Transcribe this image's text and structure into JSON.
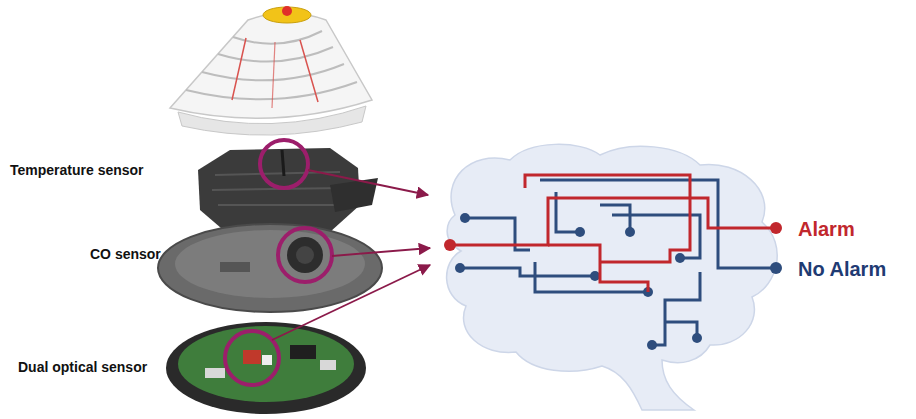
{
  "diagram": {
    "labels": [
      "Temperature sensor",
      "CO sensor",
      "Dual optical sensor",
      "Alarm",
      "No Alarm"
    ]
  }
}
